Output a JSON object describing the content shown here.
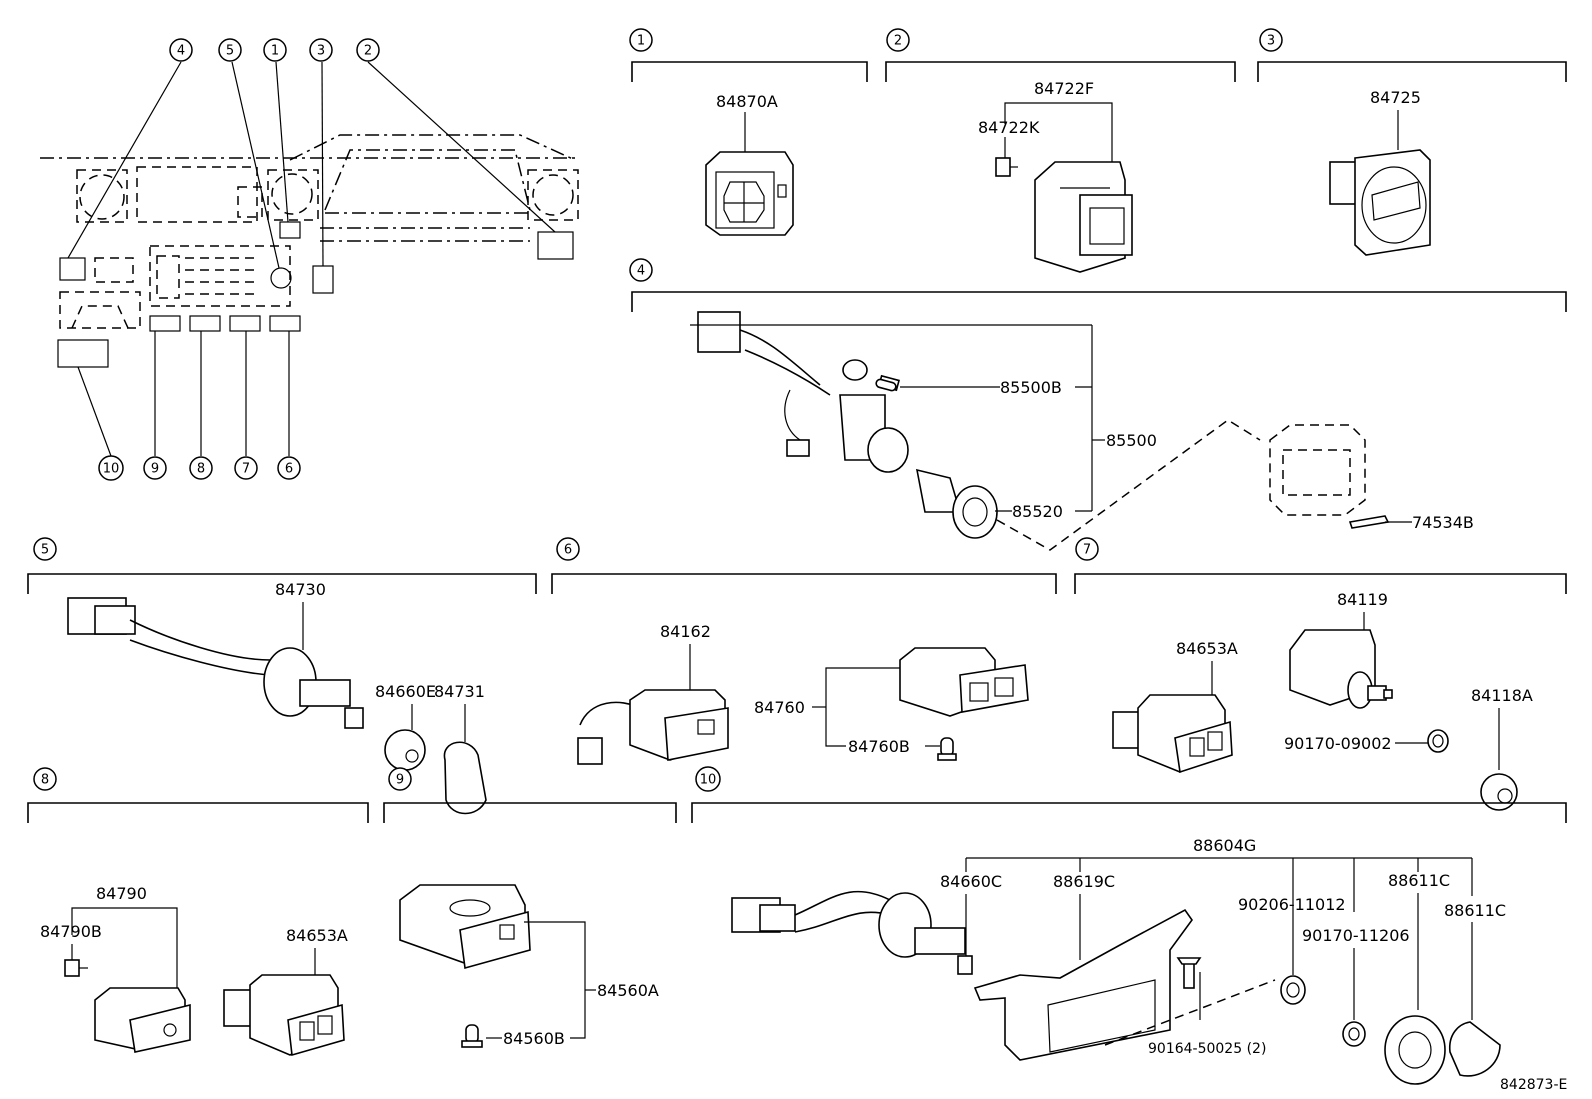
{
  "callouts": {
    "c1": "1",
    "c2": "2",
    "c3": "3",
    "c4": "4",
    "c5": "5",
    "c6": "6",
    "c7": "7",
    "c8": "8",
    "c9": "9",
    "c10": "10"
  },
  "sections": {
    "s1": {
      "number": "1",
      "parts": {
        "p84870A": "84870A"
      }
    },
    "s2": {
      "number": "2",
      "parts": {
        "p84722F": "84722F",
        "p84722K": "84722K"
      }
    },
    "s3": {
      "number": "3",
      "parts": {
        "p84725": "84725"
      }
    },
    "s4": {
      "number": "4",
      "parts": {
        "p85500B": "85500B",
        "p85500": "85500",
        "p85520": "85520",
        "p74534B": "74534B"
      }
    },
    "s5": {
      "number": "5",
      "parts": {
        "p84730": "84730",
        "p84660E": "84660E",
        "p84731": "84731"
      }
    },
    "s6": {
      "number": "6",
      "parts": {
        "p84162": "84162",
        "p84760": "84760",
        "p84760B": "84760B"
      }
    },
    "s7": {
      "number": "7",
      "parts": {
        "p84119": "84119",
        "p84653A": "84653A",
        "p84118A": "84118A",
        "p90170_09002": "90170-09002"
      }
    },
    "s8": {
      "number": "8",
      "parts": {
        "p84790": "84790",
        "p84790B": "84790B",
        "p84653A": "84653A"
      }
    },
    "s9": {
      "number": "9",
      "parts": {
        "p84560A": "84560A",
        "p84560B": "84560B"
      }
    },
    "s10": {
      "number": "10",
      "parts": {
        "p88604G": "88604G",
        "p84660C": "84660C",
        "p88619C": "88619C",
        "p90206_11012": "90206-11012",
        "p90170_11206": "90170-11206",
        "p88611C_a": "88611C",
        "p88611C_b": "88611C",
        "p90164_50025": "90164-50025 (2)"
      }
    }
  },
  "figure_id": "842873-E"
}
